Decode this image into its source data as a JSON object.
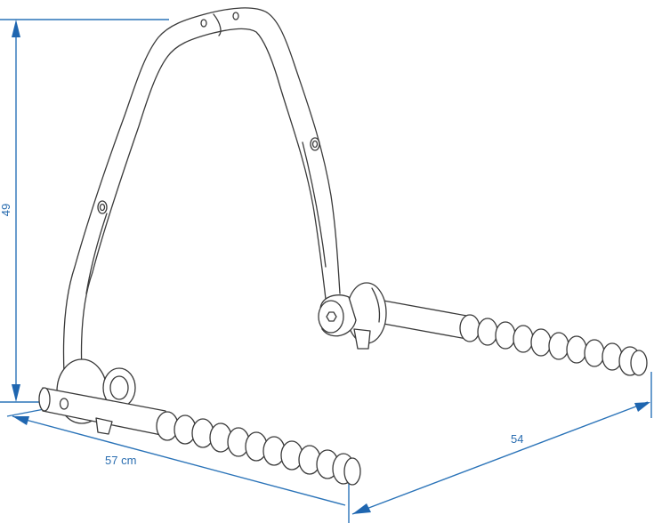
{
  "drawing": {
    "subject": "bike rack arm frame with wheel holders",
    "line_color": "#3a3a3a",
    "dimension_color": "#2a73b8"
  },
  "dimensions": {
    "height": {
      "label": "49"
    },
    "width": {
      "label": "57 cm"
    },
    "depth": {
      "label": "54"
    }
  }
}
